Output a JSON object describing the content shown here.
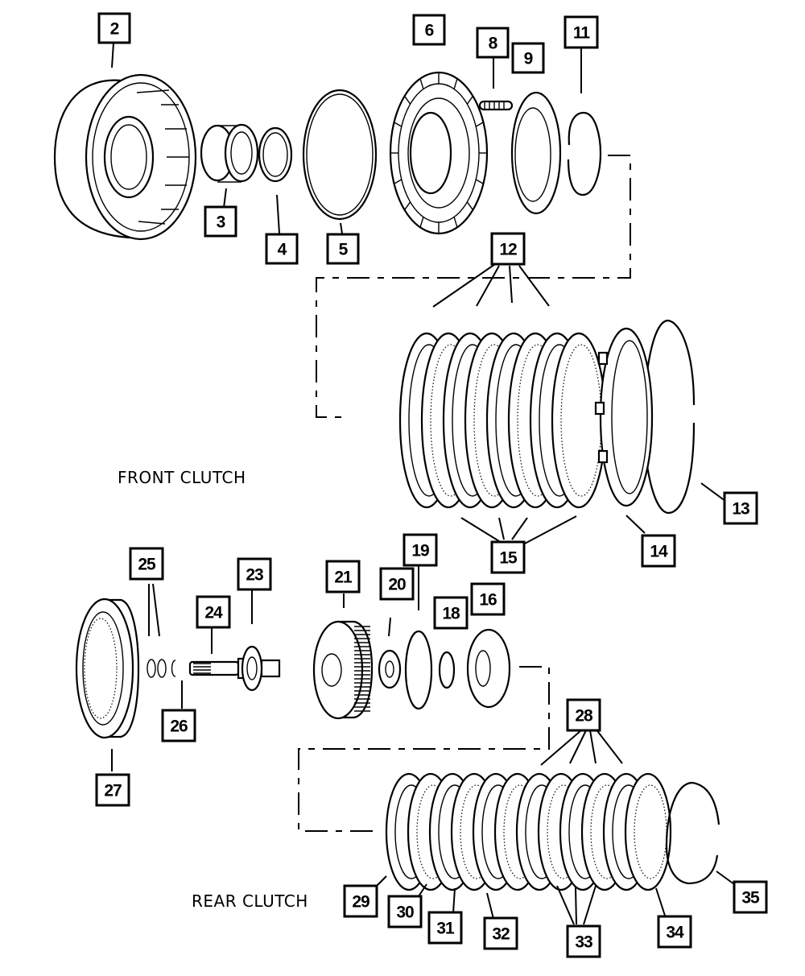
{
  "diagram": {
    "title": "Transmission clutch exploded view",
    "sections": [
      {
        "id": "front",
        "label": "FRONT CLUTCH"
      },
      {
        "id": "rear",
        "label": "REAR CLUTCH"
      }
    ],
    "callouts": [
      {
        "id": "2",
        "label": "2"
      },
      {
        "id": "3",
        "label": "3"
      },
      {
        "id": "4",
        "label": "4"
      },
      {
        "id": "5",
        "label": "5"
      },
      {
        "id": "6",
        "label": "6"
      },
      {
        "id": "8",
        "label": "8"
      },
      {
        "id": "9",
        "label": "9"
      },
      {
        "id": "11",
        "label": "11"
      },
      {
        "id": "12",
        "label": "12"
      },
      {
        "id": "13",
        "label": "13"
      },
      {
        "id": "14",
        "label": "14"
      },
      {
        "id": "15",
        "label": "15"
      },
      {
        "id": "16",
        "label": "16"
      },
      {
        "id": "18",
        "label": "18"
      },
      {
        "id": "19",
        "label": "19"
      },
      {
        "id": "20",
        "label": "20"
      },
      {
        "id": "21",
        "label": "21"
      },
      {
        "id": "23",
        "label": "23"
      },
      {
        "id": "24",
        "label": "24"
      },
      {
        "id": "25",
        "label": "25"
      },
      {
        "id": "26",
        "label": "26"
      },
      {
        "id": "27",
        "label": "27"
      },
      {
        "id": "28",
        "label": "28"
      },
      {
        "id": "29",
        "label": "29"
      },
      {
        "id": "30",
        "label": "30"
      },
      {
        "id": "31",
        "label": "31"
      },
      {
        "id": "32",
        "label": "32"
      },
      {
        "id": "33",
        "label": "33"
      },
      {
        "id": "34",
        "label": "34"
      },
      {
        "id": "35",
        "label": "35"
      }
    ]
  }
}
